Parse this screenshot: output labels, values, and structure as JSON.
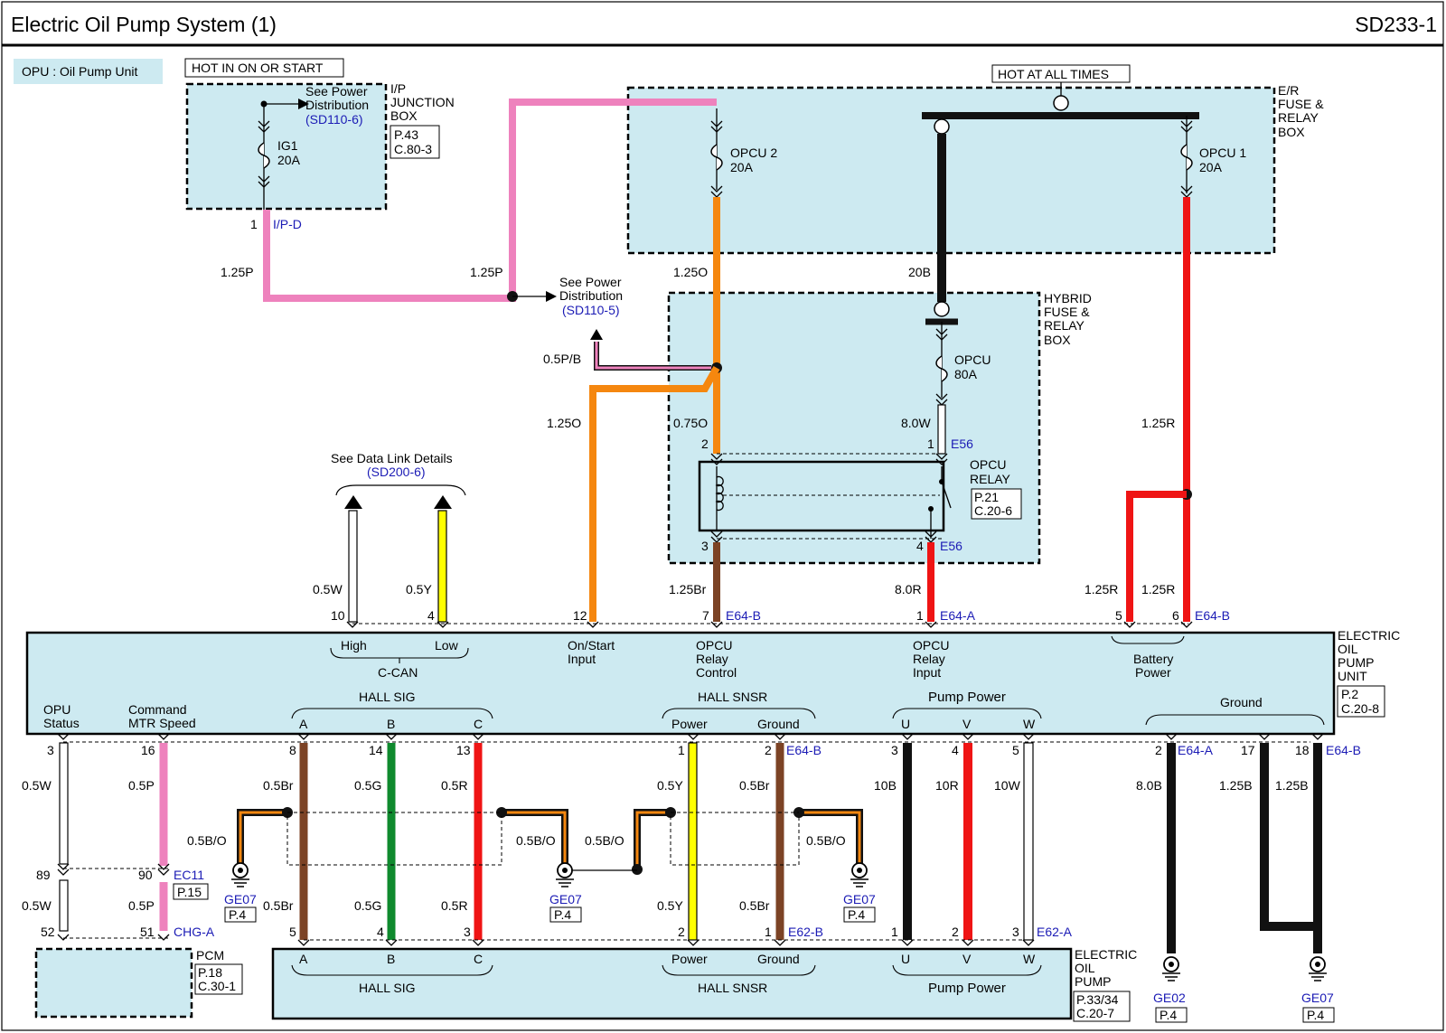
{
  "header": {
    "title": "Electric Oil Pump System (1)",
    "code": "SD233-1"
  },
  "legend_note": "OPU : Oil Pump Unit",
  "hot_labels": {
    "on_start": "HOT IN ON OR START",
    "all_times": "HOT AT ALL TIMES"
  },
  "ip_box": {
    "name_lines": [
      "I/P",
      "JUNCTION",
      "BOX"
    ],
    "ref": [
      "P.43",
      "C.80-3"
    ],
    "see_power": [
      "See Power",
      "Distribution"
    ],
    "see_power_ref": "(SD110-6)",
    "fuse_name": "IG1",
    "fuse_amp": "20A",
    "pin": "1",
    "connector": "I/P-D"
  },
  "er_box": {
    "name_lines": [
      "E/R",
      "FUSE &",
      "RELAY",
      "BOX"
    ],
    "fuse1_name": "OPCU 1",
    "fuse1_amp": "20A",
    "fuse2_name": "OPCU 2",
    "fuse2_amp": "20A"
  },
  "hybrid_box": {
    "name_lines": [
      "HYBRID",
      "FUSE &",
      "RELAY",
      "BOX"
    ],
    "fuse_name": "OPCU",
    "fuse_amp": "80A",
    "relay_lines": [
      "OPCU",
      "RELAY"
    ],
    "relay_ref": [
      "P.21",
      "C.20-6"
    ],
    "pins": {
      "p1": "1",
      "p2": "2",
      "p3": "3",
      "p4": "4"
    },
    "connector_e56": "E56"
  },
  "mid_power": {
    "see_power": [
      "See Power",
      "Distribution"
    ],
    "ref": "(SD110-5)"
  },
  "data_link": {
    "text": "See Data Link Details",
    "ref": "(SD200-6)"
  },
  "wires": {
    "w1_25P_a": "1.25P",
    "w1_25P_b": "1.25P",
    "w1_25O_top": "1.25O",
    "w20B": "20B",
    "w0_5PB": "0.5P/B",
    "w1_25O_left": "1.25O",
    "w0_75O": "0.75O",
    "w8_0W": "8.0W",
    "w1_25R_top": "1.25R",
    "w0_5W": "0.5W",
    "w0_5Y": "0.5Y",
    "w1_25Br": "1.25Br",
    "w8_0R": "8.0R",
    "w1_25R_5": "1.25R",
    "w1_25R_6": "1.25R"
  },
  "opu_unit": {
    "name_lines": [
      "ELECTRIC",
      "OIL",
      "PUMP",
      "UNIT"
    ],
    "ref": [
      "P.2",
      "C.20-8"
    ],
    "top_connector_b": "E64-B",
    "top_connector_a": "E64-A",
    "top_pins": {
      "p10": "10",
      "p4": "4",
      "p12": "12",
      "p7": "7",
      "p1": "1",
      "p5": "5",
      "p6": "6"
    },
    "top_labels": {
      "high": "High",
      "low": "Low",
      "ccan": "C-CAN",
      "on_start": [
        "On/Start",
        "Input"
      ],
      "relay_control": [
        "OPCU",
        "Relay",
        "Control"
      ],
      "relay_input": [
        "OPCU",
        "Relay",
        "Input"
      ],
      "battery": [
        "Battery",
        "Power"
      ]
    },
    "bottom_labels": {
      "opu_status": [
        "OPU",
        "Status"
      ],
      "cmd_speed": [
        "Command",
        "MTR Speed"
      ],
      "hall_sig": "HALL SIG",
      "a": "A",
      "b": "B",
      "c": "C",
      "hall_snsr": "HALL SNSR",
      "power": "Power",
      "ground": "Ground",
      "pump_power": "Pump Power",
      "u": "U",
      "v": "V",
      "w": "W",
      "ground_grp": "Ground"
    },
    "bottom_pins": {
      "p3": "3",
      "p16": "16",
      "p8": "8",
      "p14": "14",
      "p13": "13",
      "p1": "1",
      "p2": "2",
      "pu": "3",
      "pv": "4",
      "pw": "5",
      "pg2": "2",
      "p17": "17",
      "p18": "18"
    },
    "bot_connector_b": "E64-B",
    "bot_connector_a": "E64-A",
    "bot_connector_b2": "E64-B"
  },
  "lower_wires": {
    "w0_5W_a": "0.5W",
    "w0_5P_a": "0.5P",
    "w0_5Br_a": "0.5Br",
    "w0_5G_a": "0.5G",
    "w0_5R_a": "0.5R",
    "w0_5Y_a": "0.5Y",
    "w0_5Br_b": "0.5Br",
    "w10B": "10B",
    "w10R": "10R",
    "w10W": "10W",
    "w8_0B": "8.0B",
    "w1_25B_a": "1.25B",
    "w1_25B_b": "1.25B",
    "sh1": "0.5B/O",
    "sh2": "0.5B/O",
    "sh3": "0.5B/O",
    "sh4": "0.5B/O",
    "w0_5W_b": "0.5W",
    "w0_5P_b": "0.5P",
    "w0_5Br_c": "0.5Br",
    "w0_5G_b": "0.5G",
    "w0_5R_b": "0.5R",
    "w0_5Y_b": "0.5Y",
    "w0_5Br_d": "0.5Br"
  },
  "ec11": {
    "p89": "89",
    "p90": "90",
    "connector": "EC11",
    "ref": "P.15"
  },
  "pcm": {
    "name": "PCM",
    "ref": [
      "P.18",
      "C.30-1"
    ],
    "p52": "52",
    "p51": "51",
    "connector": "CHG-A"
  },
  "pump": {
    "name_lines": [
      "ELECTRIC",
      "OIL",
      "PUMP"
    ],
    "ref": [
      "P.33/34",
      "C.20-7"
    ],
    "pins": {
      "p5": "5",
      "p4": "4",
      "p3": "3",
      "p2": "2",
      "p1": "1",
      "pu": "1",
      "pv": "2",
      "pw": "3"
    },
    "connector_b": "E62-B",
    "connector_a": "E62-A",
    "labels": {
      "a": "A",
      "b": "B",
      "c": "C",
      "power": "Power",
      "ground": "Ground",
      "u": "U",
      "v": "V",
      "w": "W",
      "hall_sig": "HALL SIG",
      "hall_snsr": "HALL SNSR",
      "pump_power": "Pump Power"
    }
  },
  "grounds": {
    "g1": {
      "name": "GE07",
      "ref": "P.4"
    },
    "g2": {
      "name": "GE07",
      "ref": "P.4"
    },
    "g3": {
      "name": "GE07",
      "ref": "P.4"
    },
    "g4": {
      "name": "GE02",
      "ref": "P.4"
    },
    "g5": {
      "name": "GE07",
      "ref": "P.4"
    }
  },
  "colors": {
    "box_fill": "#cdeaf1",
    "pink": "#ee82bd",
    "orange": "#f5870f",
    "red": "#ef1414",
    "brown": "#7c4325",
    "yellow": "#ffff00",
    "green": "#0f8a2e",
    "black": "#111111",
    "blue_text": "#1b1bb5"
  }
}
